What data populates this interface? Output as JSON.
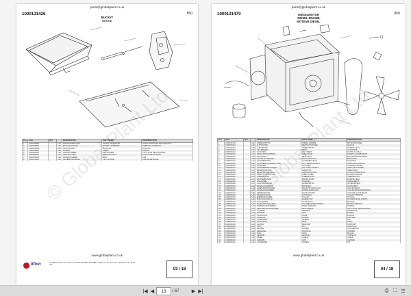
{
  "page1": {
    "url": "parts@globalplant.co.uk",
    "part_number": "1000131426",
    "code": "850",
    "title_en": "BUCKET",
    "title_fr": "BENNE",
    "columns": [
      "Pos",
      "Auto.",
      "QTY",
      "DESIGNATION",
      "PART NAME",
      "DENOMINATION"
    ],
    "rows": [
      [
        "1",
        "1000075869",
        "",
        "LAK",
        "FRONTSPRINGTEIL",
        "FRONT TIP BUCKET",
        "GODE MASSALEN DE FRONTALE"
      ],
      [
        "2",
        "1000075869",
        "",
        "LAK",
        "BAUSCHAUSATZ",
        "BUCKET ASSEMBLY",
        "DEBRAGE COMPLET"
      ],
      [
        "3",
        "1000075869",
        "",
        "LAK",
        "SCHUTZSTIFT",
        "OIL PLAN",
        "BOULON"
      ],
      [
        "4",
        "1000075869",
        "",
        "LAK",
        "KUPPEL",
        "CHAIN",
        "ETRIER"
      ],
      [
        "5",
        "1000031514",
        "",
        "LAK",
        "ZAHNSCHEIBE",
        "HEX SCREW",
        "VIS A TETE HEXAGONALE"
      ],
      [
        "6",
        "1000031514",
        "",
        "LAK",
        "SECHSKANTM",
        "HEXAGON NUT",
        "ECROU HEXAGONAL"
      ],
      [
        "7",
        "1000070803",
        "",
        "LAK",
        "LAGERSCHEIBE",
        "BOLT",
        "AXE"
      ],
      [
        "8",
        "1000070803",
        "",
        "LAK",
        "SICHERUNGSRING",
        "PIN / SLINGE",
        "AXE DE RETENUE"
      ]
    ],
    "footer": {
      "brand": "lifton",
      "address": "GLOBALPLANT LTD, UNIT 12 CHASE TRADING ESTATE, GB",
      "tel": "Tel. +44(0)2 2 1 15 1161 FAX: +44(0)22 22 14 14 96",
      "site": "www.globalplant.co.uk",
      "page": "03 / 18"
    }
  },
  "page2": {
    "url": "parts@globalplant.co.uk",
    "part_number": "1000131479",
    "code": "850",
    "title_de": "DIESELMOTOR",
    "title_en": "DIESEL ENGINE",
    "title_fr": "MOTEUR DIESEL",
    "columns": [
      "Pos",
      "Auto.",
      "QTY",
      "DESIGNATION",
      "PART NAME",
      "DENOMINATION"
    ],
    "rows": [
      [
        "1",
        "1000131479",
        "",
        "LAK",
        "DIESELMOTOR",
        "DIESEL ENGINE",
        "MOTEUR DIESEL"
      ],
      [
        "2",
        "1000034112",
        "",
        "LAK",
        "LUFTFILTER",
        "VENTILATOR FAN",
        "HELICE"
      ],
      [
        "3",
        "1000034112",
        "",
        "LAK",
        "LÜFTERRAD",
        "ALTERNATOR",
        "POMPE A EAU"
      ],
      [
        "4",
        "1000034112",
        "",
        "LAK",
        "KEILRIEMEN",
        "BELT",
        "COURROIE"
      ],
      [
        "5",
        "1000034112",
        "",
        "LAK",
        "OLFILTER",
        "OIL FILTER",
        "FILTRE A HUILE"
      ],
      [
        "6",
        "1000034112",
        "",
        "LAK",
        "KRAFTSTOFFPUMPE",
        "FUEL PUMP",
        "POMPE A CARBURANT"
      ],
      [
        "7",
        "1000034112",
        "",
        "LAK",
        "DICHTUNG",
        "SEAL RING",
        "BAGUE D'ETANCHEITE"
      ],
      [
        "8",
        "1000034112",
        "",
        "LAK",
        "ÖLEINFÜLLDECKEL",
        "OIL FILLER CAP",
        "BOUCHON"
      ],
      [
        "9",
        "1000034112",
        "",
        "LAK",
        "ZYLINDERKOPF",
        "CYLINDER HEAD",
        "CULASSE"
      ],
      [
        "10",
        "1000034112",
        "",
        "LAK",
        "ZYLINDERKOPFDICHTUNG",
        "CYL. HEAD GASKET",
        "JOINT DE CULASSE"
      ],
      [
        "11",
        "1000034112",
        "",
        "LAK",
        "ÖLWANNE",
        "OIL SUMP",
        "CARTER D'HUILE"
      ],
      [
        "12",
        "1000034112",
        "",
        "LAK",
        "ÖLWANNENDICHTUNG",
        "OIL SUMP GASKET",
        "JOINT DE CARTER"
      ],
      [
        "13",
        "1000034112",
        "",
        "LAK",
        "EINSPRITZDÜSE",
        "INJECTOR",
        "INJECTEUR"
      ],
      [
        "14",
        "1000034112",
        "",
        "LAK",
        "EINSPRITZLEITUNG",
        "INJECTION PIPE",
        "TUYAU D'INJECTION"
      ],
      [
        "15",
        "1000034112",
        "",
        "LAK",
        "KRAFTSTOFFFILTER",
        "FUEL FILTER",
        "FILTRE A GASOIL"
      ],
      [
        "16",
        "1000034112",
        "",
        "LAK",
        "THERMOSTAT",
        "THERMOSTAT",
        "THERMOSTAT"
      ],
      [
        "17",
        "1000034112",
        "",
        "LAK",
        "WASSERPUMPE",
        "WATER PUMP",
        "POMPE A EAU"
      ],
      [
        "18",
        "1000034112",
        "",
        "LAK",
        "ANLASSER",
        "STARTER",
        "DEMARREUR"
      ],
      [
        "19",
        "1000034112",
        "",
        "LAK",
        "LICHTMASCHINE",
        "ALTERNATOR",
        "ALTERNATEUR"
      ],
      [
        "20",
        "1000034112",
        "",
        "LAK",
        "SCHALLDÄMPFER",
        "MUFFLER",
        "SILENCIEUX"
      ],
      [
        "21",
        "1000034112",
        "",
        "LAK",
        "AUSPUFFKRÜMMER",
        "EXHAUST MANIFOLD",
        "COLLECTEUR"
      ],
      [
        "22",
        "1000034112",
        "",
        "LAK",
        "ANSAUGKRÜMMER",
        "INTAKE MANIFOLD",
        "COLLECTEUR ADMISSION"
      ],
      [
        "23",
        "1000034112",
        "",
        "LAK",
        "VENTILDECKEL",
        "VALVE COVER",
        "COUVRE CULBUTEUR"
      ],
      [
        "24",
        "1000034112",
        "",
        "LAK",
        "SCHWUNGRAD",
        "FLYWHEEL",
        "VOLANT MOTEUR"
      ],
      [
        "25",
        "1000034112",
        "",
        "LAK",
        "RIEMENSCHEIBE",
        "PULLEY",
        "POULIE"
      ],
      [
        "26",
        "1000034112",
        "",
        "LAK",
        "DICHTUNGSSATZ",
        "GASKET KIT",
        "POCHETTE DE JOINTS"
      ],
      [
        "27",
        "1000034112",
        "",
        "LAK",
        "GLÜHKERZE",
        "GLOW PLUG",
        "BOUGIE"
      ],
      [
        "28",
        "1000034112",
        "",
        "LAK",
        "ÖLDRUCKSCHALTER",
        "OIL PRESSURE SWITCH",
        "MANO CONTACT"
      ],
      [
        "29",
        "1000034112",
        "",
        "LAK",
        "TEMPERATURGEBER",
        "TEMP. SENSOR",
        "SONDE"
      ],
      [
        "30",
        "1000034112",
        "",
        "LAK",
        "SECHSKANTSCHRAUBE",
        "HEX SCREW",
        "VIS A TETE HEXAGONALE"
      ],
      [
        "31",
        "1000034112",
        "",
        "LAK",
        "SCHEIBE",
        "WASHER",
        "RONDELLE"
      ],
      [
        "32",
        "1000034112",
        "",
        "LAK",
        "MUTTER",
        "NUT",
        "ECROU"
      ],
      [
        "33",
        "1000034112",
        "",
        "LAK",
        "SCHLAUCH",
        "HOSE",
        "DURITE"
      ],
      [
        "34",
        "1000034112",
        "",
        "LAK",
        "SCHELLE",
        "CLAMP",
        "COLLIER"
      ],
      [
        "35",
        "1000034112",
        "",
        "LAK",
        "SCHRAUBE",
        "SCREW",
        "VIS"
      ],
      [
        "36",
        "1000034112",
        "",
        "LAK",
        "DICHTRING",
        "SEAL",
        "JOINT"
      ],
      [
        "37",
        "1000034112",
        "",
        "LAK",
        "HALTER",
        "BRACKET",
        "SUPPORT"
      ],
      [
        "38",
        "1000034112",
        "",
        "LAK",
        "STIFT",
        "PIN",
        "GOUPILLE"
      ],
      [
        "39",
        "1000034112",
        "",
        "LAK",
        "DECKEL",
        "COVER",
        "COUVERCLE"
      ],
      [
        "40",
        "1000034112",
        "",
        "LAK",
        "GEHÄUSE",
        "HOUSING",
        "CARTER"
      ],
      [
        "41",
        "1000034112",
        "",
        "LAK",
        "RING",
        "RING",
        "BAGUE"
      ],
      [
        "42",
        "1000034112",
        "",
        "LAK",
        "SENSOR",
        "SENSOR",
        "CAPTEUR"
      ],
      [
        "43",
        "1000034112",
        "",
        "LAK",
        "KABEL",
        "CABLE",
        "CABLE"
      ],
      [
        "44",
        "1000034112",
        "",
        "LAK",
        "KLEMME",
        "CLIP",
        "AGRAFE"
      ],
      [
        "45",
        "1000034112",
        "",
        "LAK",
        "SCHRAUBE",
        "SCREW",
        "VIS"
      ]
    ],
    "footer": {
      "site": "www.globalplant.co.uk",
      "page": "04 / 18"
    }
  },
  "watermark": "© Global Plant Ltd",
  "toolbar": {
    "current_page": "13",
    "page_count": "/ 67"
  }
}
